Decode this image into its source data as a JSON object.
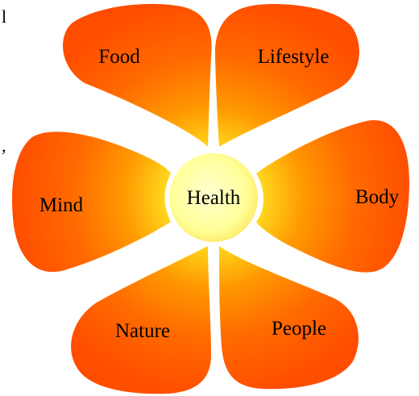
{
  "diagram": {
    "center_label": "Health",
    "petals": [
      {
        "label": "Food"
      },
      {
        "label": "Lifestyle"
      },
      {
        "label": "Body"
      },
      {
        "label": "People"
      },
      {
        "label": "Nature"
      },
      {
        "label": "Mind"
      }
    ],
    "edge_fragments": [
      "l",
      ","
    ]
  },
  "colors": {
    "petal_outer": "#ff5a00",
    "petal_mid": "#ff8a00",
    "petal_inner": "#ffd21a",
    "center_fill": "#ffff99",
    "center_edge": "#ffe766",
    "background": "#ffffff"
  }
}
